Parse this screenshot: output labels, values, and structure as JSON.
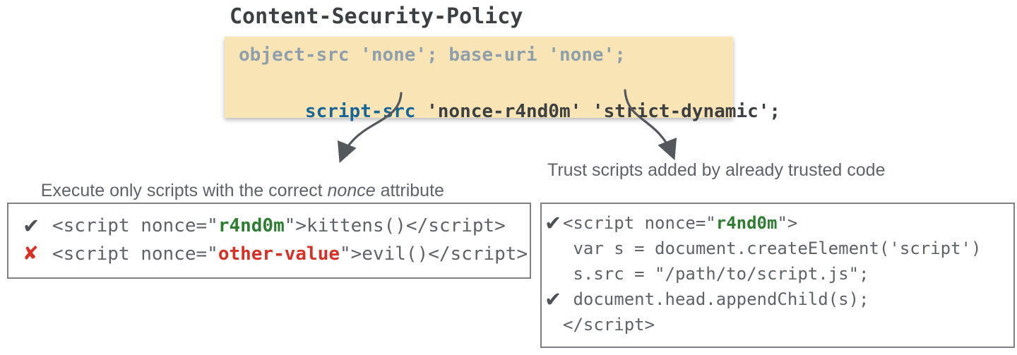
{
  "title": "Content-Security-Policy",
  "policy_box": {
    "other_directives": "object-src 'none'; base-uri 'none';",
    "script_src_directive": "script-src",
    "script_src_value": " 'nonce-r4nd0m' 'strict-dynamic';"
  },
  "labels": {
    "left": {
      "before": "Execute only scripts with the correct ",
      "italic": "nonce",
      "after": " attribute"
    },
    "right": "Trust scripts added by already trusted code"
  },
  "nonce_example": {
    "lines": [
      {
        "mark": "✔",
        "pre": "<script nonce=\"",
        "highlight": "r4nd0m",
        "post": "\">kittens()</script>"
      },
      {
        "mark": "✘",
        "pre": "<script nonce=\"",
        "highlight": "other-value",
        "post": "\">evil()</script>"
      }
    ]
  },
  "strict_dynamic_example": {
    "lines": [
      {
        "mark": "✔",
        "pre": "<script nonce=\"",
        "highlight": "r4nd0m",
        "post": "\">"
      },
      {
        "code": " var s = document.createElement('script')"
      },
      {
        "code": " s.src = \"/path/to/script.js\";"
      },
      {
        "mark": "✔",
        "code": " document.head.appendChild(s);"
      },
      {
        "code": "</script>"
      }
    ]
  },
  "colors": {
    "policy_bg": "#F8E4B5",
    "muted_directive": "#8FA0AC",
    "script_src_blue": "#17669B",
    "policy_dark": "#3C4043",
    "code_gray": "#5F6368",
    "nonce_green": "#2E7D32",
    "error_red": "#D93025",
    "check_dark": "#4D5156",
    "arrow_gray": "#54585C",
    "label_gray": "#5F6368",
    "box_border": "#7E8084"
  }
}
